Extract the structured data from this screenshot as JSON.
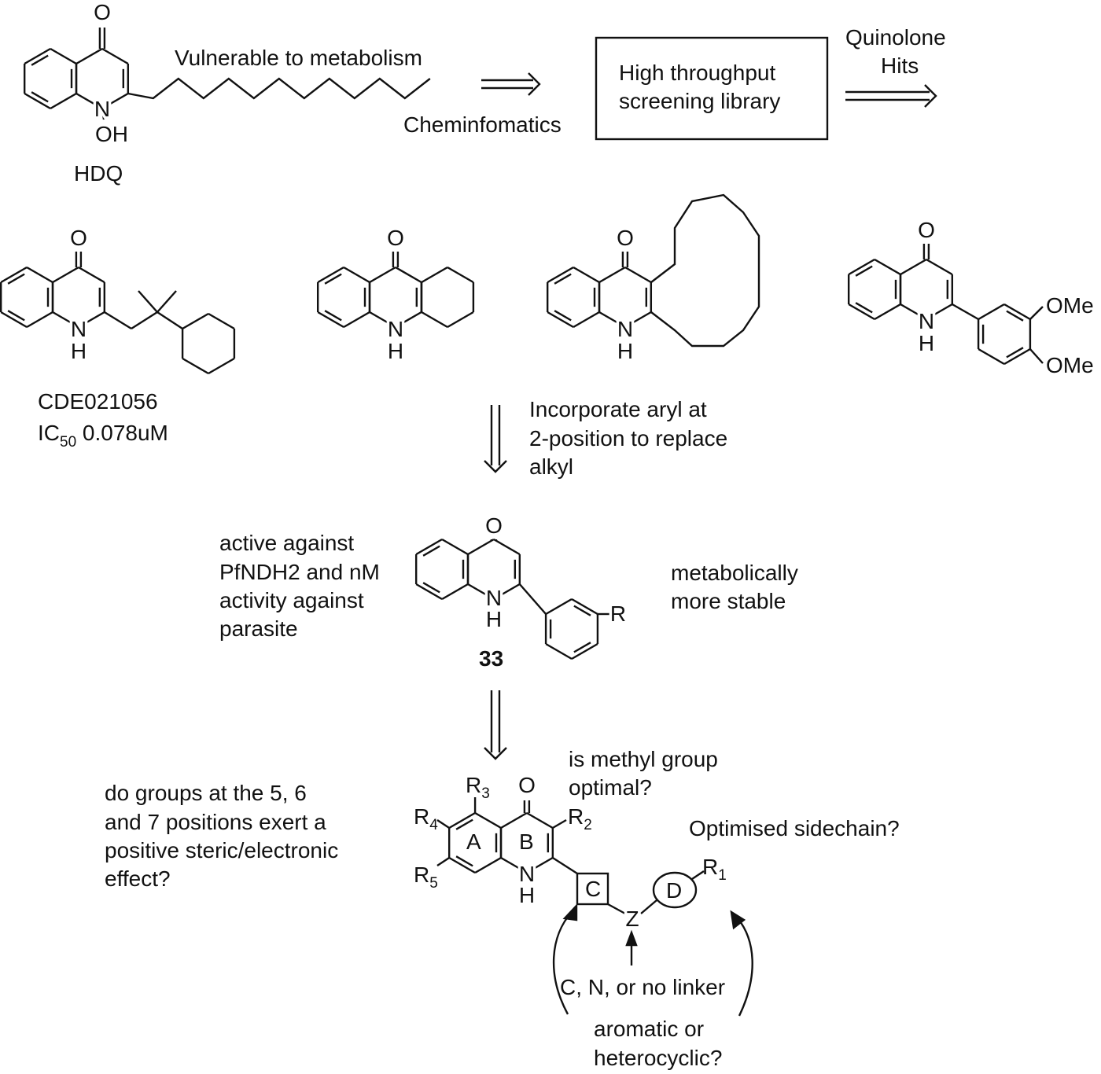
{
  "top": {
    "hdq_label": "HDQ",
    "vulnerable": "Vulnerable to metabolism",
    "cheminformatics": "Cheminfomatics",
    "box_line1": "High throughput",
    "box_line2": "screening library",
    "hits_line1": "Quinolone",
    "hits_line2": "Hits"
  },
  "hits": {
    "cde_name": "CDE021056",
    "ic_base": "IC",
    "ic_sub": "50",
    "ic_value": " 0.078uM"
  },
  "step1": {
    "line1": "Incorporate aryl at",
    "line2": "2-position to replace",
    "line3": "alkyl"
  },
  "compound33": {
    "number": "33",
    "left": [
      "active against",
      "PfNDH2 and nM",
      "activity against",
      "parasite"
    ],
    "right": [
      "metabolically",
      "more stable"
    ]
  },
  "sar": {
    "left": [
      "do groups at the 5, 6",
      "and 7 positions exert a",
      "positive steric/electronic",
      "effect?"
    ],
    "methyl": [
      "is methyl group",
      "optimal?"
    ],
    "sidechain": "Optimised sidechain?",
    "linker": "C, N, or no linker",
    "ring": [
      "aromatic or",
      "heterocyclic?"
    ],
    "ring_a": "A",
    "ring_b": "B",
    "ring_c": "C",
    "ring_d": "D",
    "linker_atom": "Z"
  },
  "atoms": {
    "O": "O",
    "N": "N",
    "H": "H",
    "OH": "OH",
    "OMe": "OMe",
    "R": "R",
    "r1": {
      "base": "R",
      "sub": "1"
    },
    "r2": {
      "base": "R",
      "sub": "2"
    },
    "r3": {
      "base": "R",
      "sub": "3"
    },
    "r4": {
      "base": "R",
      "sub": "4"
    },
    "r5": {
      "base": "R",
      "sub": "5"
    }
  }
}
